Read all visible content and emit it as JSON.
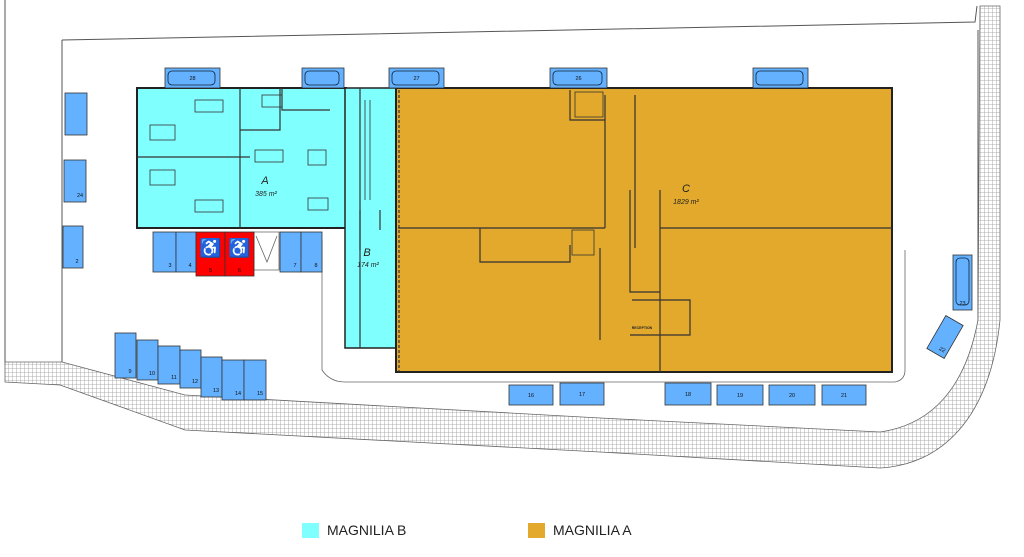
{
  "colors": {
    "magnilia_b": "#80FFFF",
    "magnilia_a": "#E3A92C",
    "parking": "#64B1FF",
    "disabled_parking": "#FF0000",
    "hatch": "#9a9a9a"
  },
  "areas": [
    {
      "id": "A",
      "name": "A",
      "size": "385 m²",
      "zone": "magnilia_b"
    },
    {
      "id": "B",
      "name": "B",
      "size": "174 m²",
      "zone": "magnilia_b"
    },
    {
      "id": "C",
      "name": "C",
      "size": "1829 m²",
      "zone": "magnilia_a"
    }
  ],
  "reception_label": "RECEPTION",
  "parking": [
    {
      "n": "",
      "type": "standard"
    },
    {
      "n": "24",
      "type": "standard"
    },
    {
      "n": "2",
      "type": "standard"
    },
    {
      "n": "3",
      "type": "standard"
    },
    {
      "n": "4",
      "type": "standard"
    },
    {
      "n": "5",
      "type": "disabled"
    },
    {
      "n": "6",
      "type": "disabled"
    },
    {
      "n": "7",
      "type": "standard"
    },
    {
      "n": "8",
      "type": "standard"
    },
    {
      "n": "9",
      "type": "standard"
    },
    {
      "n": "10",
      "type": "standard"
    },
    {
      "n": "11",
      "type": "standard"
    },
    {
      "n": "12",
      "type": "standard"
    },
    {
      "n": "13",
      "type": "standard"
    },
    {
      "n": "14",
      "type": "standard"
    },
    {
      "n": "15",
      "type": "standard"
    },
    {
      "n": "16",
      "type": "standard"
    },
    {
      "n": "17",
      "type": "standard"
    },
    {
      "n": "18",
      "type": "standard"
    },
    {
      "n": "19",
      "type": "standard"
    },
    {
      "n": "20",
      "type": "standard"
    },
    {
      "n": "21",
      "type": "standard"
    },
    {
      "n": "22",
      "type": "standard"
    },
    {
      "n": "23",
      "type": "truck"
    },
    {
      "n": "28",
      "type": "truck"
    },
    {
      "n": "",
      "type": "car"
    },
    {
      "n": "27",
      "type": "truck"
    },
    {
      "n": "26",
      "type": "truck"
    },
    {
      "n": "",
      "type": "truck"
    }
  ],
  "legend": [
    {
      "label": "MAGNILIA B",
      "color": "#80FFFF"
    },
    {
      "label": "MAGNILIA A",
      "color": "#E3A92C"
    }
  ]
}
